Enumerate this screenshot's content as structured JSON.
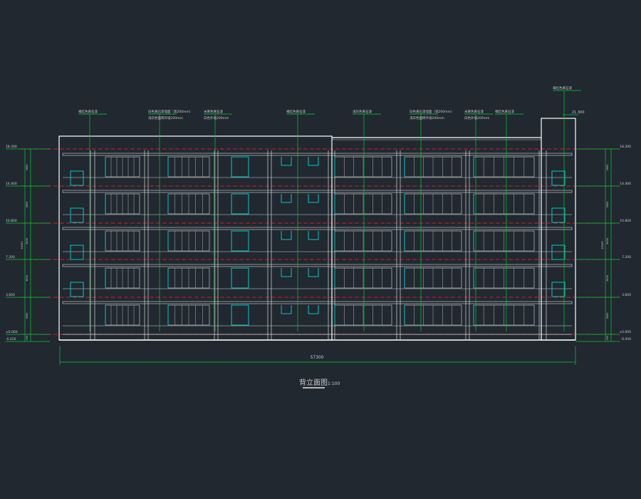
{
  "drawing": {
    "title": "背立面图",
    "scale": "1:100",
    "total_width": "57300",
    "colors": {
      "background": "#212830",
      "outline": "#ffffff",
      "floor_lines": "#d9d9d9",
      "windows": "#00c8c8",
      "dimension": "#00cc33",
      "levels": "#ff2020",
      "text": "#c8c8c8"
    },
    "levels_left": [
      "18.300",
      "14.400",
      "10.800",
      "7.200",
      "3.600",
      "±0.000",
      "-0.450"
    ],
    "levels_right": [
      "18.300",
      "14.400",
      "10.800",
      "7.200",
      "3.600",
      "±0.000",
      "-0.450"
    ],
    "dims_left": [
      "3900",
      "3600",
      "3600",
      "3600",
      "3600",
      "450"
    ],
    "dims_left_total": "18300",
    "dims_right": [
      "3900",
      "3600",
      "3600",
      "3600",
      "3600",
      "450"
    ],
    "dims_right_total": "18300",
    "stair_roof_level": "21.300",
    "callouts": [
      {
        "line1": "褐红色真石漆",
        "line2": ""
      },
      {
        "line1": "白色真石漆墙面（宽200mm）",
        "line2": "浅灰色面砖外墙200mm"
      },
      {
        "line1": "米黄色真石漆",
        "line2": "白色外墙200mm"
      },
      {
        "line1": "褐红色真石漆",
        "line2": ""
      },
      {
        "line1": "浅灰色真石漆",
        "line2": ""
      },
      {
        "line1": "白色真石漆墙面（宽200mm）",
        "line2": "浅灰色面砖外墙200mm"
      },
      {
        "line1": "米黄色真石漆",
        "line2": "白色外墙200mm"
      },
      {
        "line1": "褐红色真石漆",
        "line2": ""
      },
      {
        "line1": "褐红色真石漆",
        "line2": ""
      }
    ]
  }
}
